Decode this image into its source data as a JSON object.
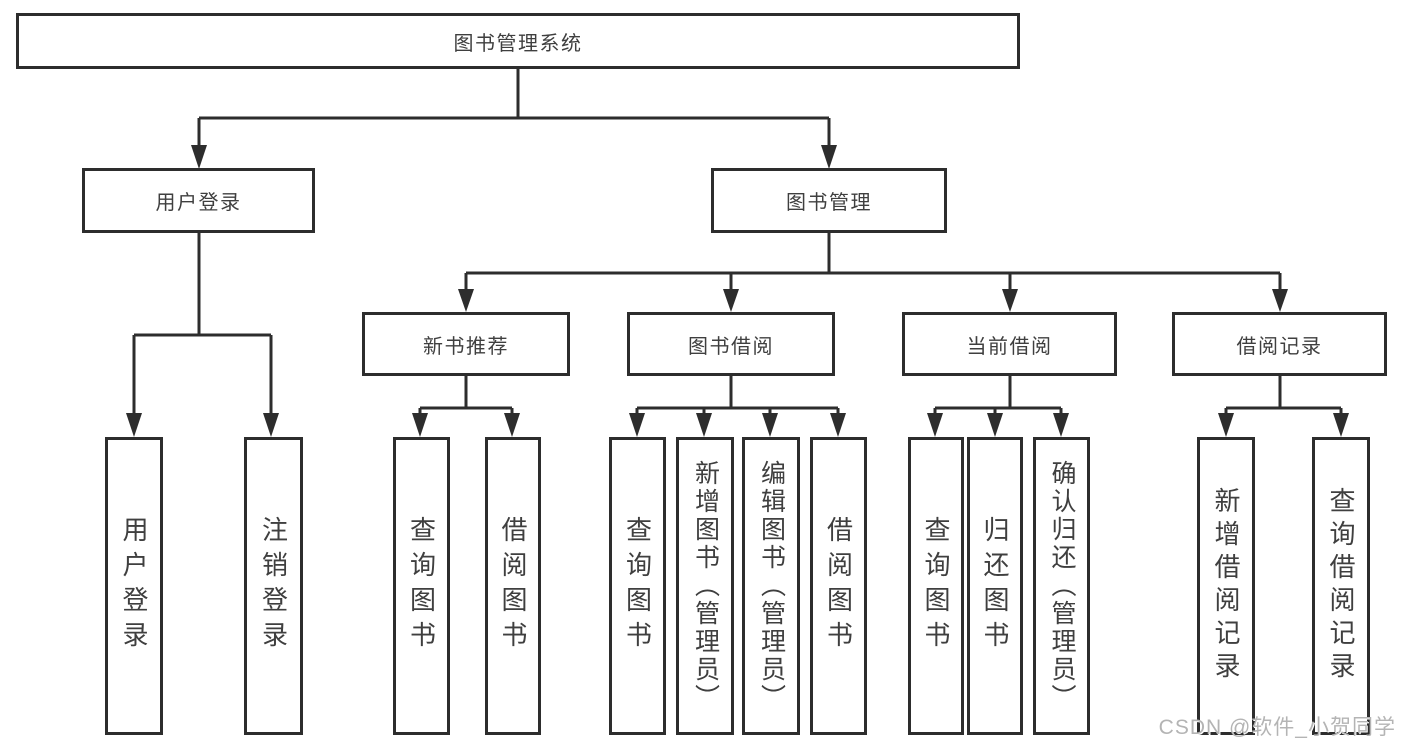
{
  "diagram": {
    "title": "图书管理系统",
    "root": {
      "label": "图书管理系统"
    },
    "level2": [
      {
        "id": "user-login",
        "label": "用户登录"
      },
      {
        "id": "book-management",
        "label": "图书管理"
      }
    ],
    "level3": [
      {
        "id": "new-book-recommend",
        "label": "新书推荐",
        "parent": "book-management"
      },
      {
        "id": "book-borrowing",
        "label": "图书借阅",
        "parent": "book-management"
      },
      {
        "id": "current-borrowing",
        "label": "当前借阅",
        "parent": "book-management"
      },
      {
        "id": "borrowing-records",
        "label": "借阅记录",
        "parent": "book-management"
      }
    ],
    "leaves": [
      {
        "parent": "user-login",
        "label": "用户登录"
      },
      {
        "parent": "user-login",
        "label": "注销登录"
      },
      {
        "parent": "new-book-recommend",
        "label": "查询图书"
      },
      {
        "parent": "new-book-recommend",
        "label": "借阅图书"
      },
      {
        "parent": "book-borrowing",
        "label": "查询图书"
      },
      {
        "parent": "book-borrowing",
        "label": "新增图书（管理员）"
      },
      {
        "parent": "book-borrowing",
        "label": "编辑图书（管理员）"
      },
      {
        "parent": "book-borrowing",
        "label": "借阅图书"
      },
      {
        "parent": "current-borrowing",
        "label": "查询图书"
      },
      {
        "parent": "current-borrowing",
        "label": "归还图书"
      },
      {
        "parent": "current-borrowing",
        "label": "确认归还（管理员）"
      },
      {
        "parent": "borrowing-records",
        "label": "新增借阅记录"
      },
      {
        "parent": "borrowing-records",
        "label": "查询借阅记录"
      }
    ],
    "watermark": "CSDN @软件_小贺同学",
    "colors": {
      "line": "#2d2d2d",
      "border": "#2d2d2d",
      "text": "#3f3f3f",
      "watermark": "#b4b4b4",
      "background": "#ffffff"
    }
  }
}
